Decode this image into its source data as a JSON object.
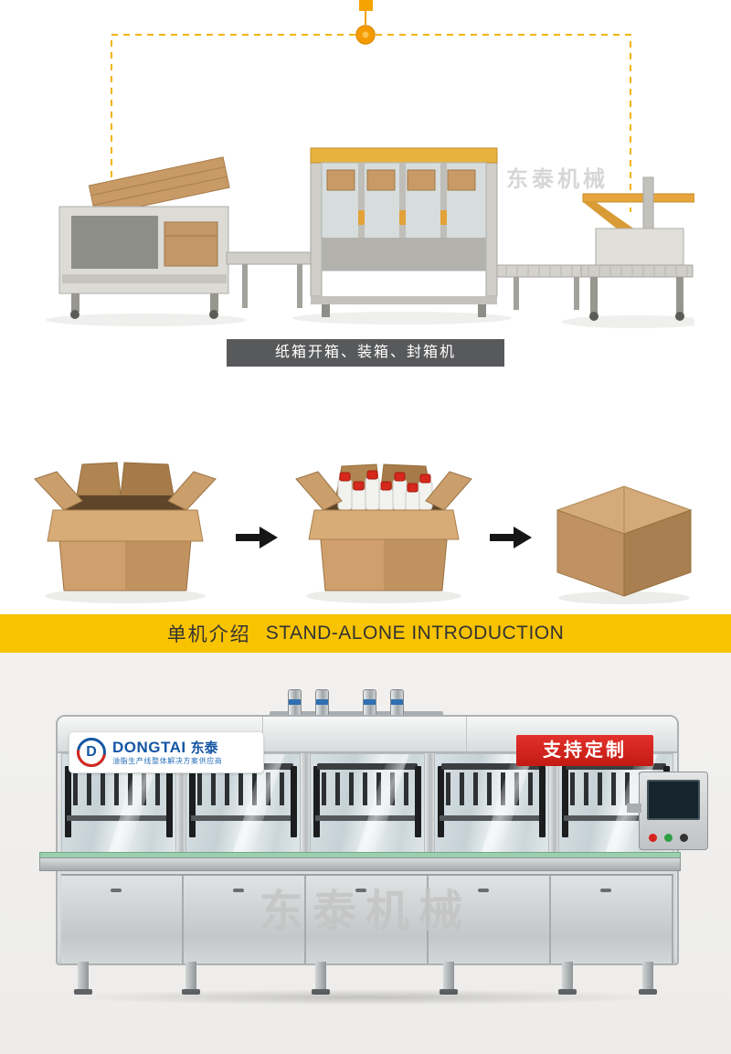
{
  "top": {
    "watermark": "东泰机械",
    "caption": "纸箱开箱、装箱、封箱机"
  },
  "process": {
    "step1": "open-empty-carton",
    "step2": "carton-packed-with-bottles",
    "step3": "sealed-carton"
  },
  "banner": {
    "cn": "单机介绍",
    "en": "STAND-ALONE INTRODUCTION"
  },
  "machine": {
    "brand_en": "DONGTAI",
    "brand_cn": "东泰",
    "roundel_letter": "D",
    "tagline": "油脂生产线整体解决方案供应商",
    "badge": "支持定制",
    "watermark": "东泰机械"
  },
  "colors": {
    "accent_orange": "#F5A300",
    "banner_yellow": "#F8C301",
    "badge_red": "#D6231D",
    "brand_blue": "#1456A4",
    "carton_tan": "#C79A66"
  }
}
